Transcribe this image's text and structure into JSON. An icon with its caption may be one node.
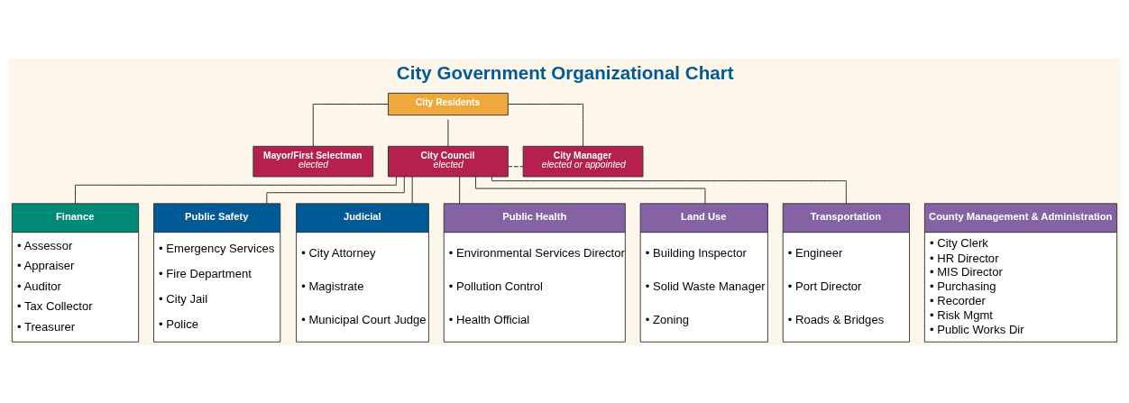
{
  "diagram": {
    "title": "City Government Organizational Chart",
    "nodes": [
      {
        "text": [
          "City Residents"
        ]
      },
      {
        "text": [
          "Mayor/First Selectman",
          "elected"
        ]
      },
      {
        "text": [
          "City Council",
          "elected"
        ]
      },
      {
        "text": [
          "City Manager",
          "elected or appointed"
        ]
      },
      {
        "text": [
          "Finance",
          "• Assessor",
          "• Appraiser",
          "• Auditor",
          "• Tax Collector",
          "• Treasurer"
        ]
      },
      {
        "text": [
          "Public Safety",
          "• Emergency Services",
          "• Fire Department",
          "• City Jail",
          "• Police"
        ]
      },
      {
        "text": [
          "Judicial",
          "• City Attorney",
          "• Magistrate",
          "• Municipal Court Judge"
        ]
      },
      {
        "text": [
          "County Management & Administration",
          "• City Clerk",
          "• HR Director",
          "• MIS Director",
          "• Purchasing",
          "• Recorder",
          "• Risk Mgmt",
          "• Public Works Dir"
        ]
      },
      {
        "text": [
          "Public Health",
          "• Environmental Services Director",
          "• Pollution Control",
          "• Health Official"
        ]
      },
      {
        "text": [
          "Land Use",
          "• Building Inspector",
          "• Solid Waste Manager",
          "• Zoning"
        ]
      },
      {
        "text": [
          "Transportation",
          "• Engineer",
          "• Port Director",
          "• Roads & Bridges"
        ]
      }
    ],
    "edges": [
      {
        "from": 0,
        "to": 1,
        "arrow": "none"
      },
      {
        "from": 0,
        "to": 2,
        "arrow": "none"
      },
      {
        "from": 0,
        "to": 3,
        "arrow": "none"
      },
      {
        "from": 2,
        "to": 3,
        "arrow": "none",
        "style": "dashed"
      },
      {
        "from": 2,
        "to": 4,
        "arrow": "none"
      },
      {
        "from": 2,
        "to": 5,
        "arrow": "none"
      },
      {
        "from": 2,
        "to": 6,
        "arrow": "none"
      },
      {
        "from": 2,
        "to": 8,
        "arrow": "none"
      },
      {
        "from": 2,
        "to": 9,
        "arrow": "none"
      },
      {
        "from": 2,
        "to": 10,
        "arrow": "none"
      }
    ]
  }
}
